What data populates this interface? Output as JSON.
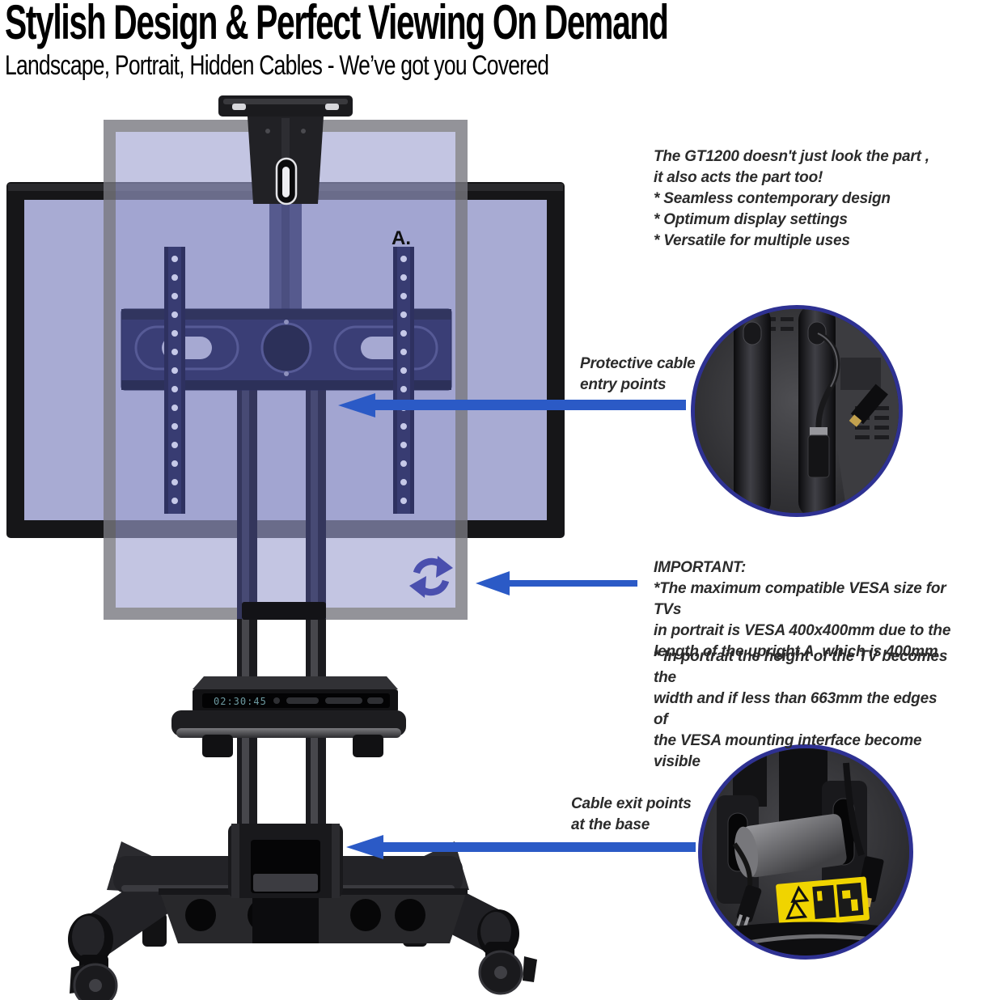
{
  "header": {
    "title": "Stylish Design & Perfect Viewing On Demand",
    "subtitle": "Landscape, Portrait, Hidden Cables - We’ve got you Covered"
  },
  "annotations": {
    "intro": "The GT1200 doesn't just look the part ,\nit also acts the part too!\n* Seamless contemporary design\n* Optimum display settings\n* Versatile for multiple uses",
    "cable_entry": "Protective cable\nentry points",
    "important": "IMPORTANT:\n*The maximum compatible VESA size for TVs\nin portrait  is VESA 400x400mm due to the\nlength of the upright A, which is 400mm",
    "portrait_note": "* In portrait the height of the TV becomes the\nwidth and if less than 663mm the edges of\nthe VESA mounting interface become visible",
    "cable_exit": "Cable exit points\nat the base",
    "upright_label": "A."
  },
  "media_player": {
    "display": "02:30:45"
  },
  "colors": {
    "arrow_blue": "#2b5ac6",
    "callout_border": "#2e3192",
    "bracket_navy": "#3a3e76",
    "screen_purple": "#a8abd3",
    "rotate_icon": "#4a4fae",
    "warning_yellow": "#f0d400"
  }
}
